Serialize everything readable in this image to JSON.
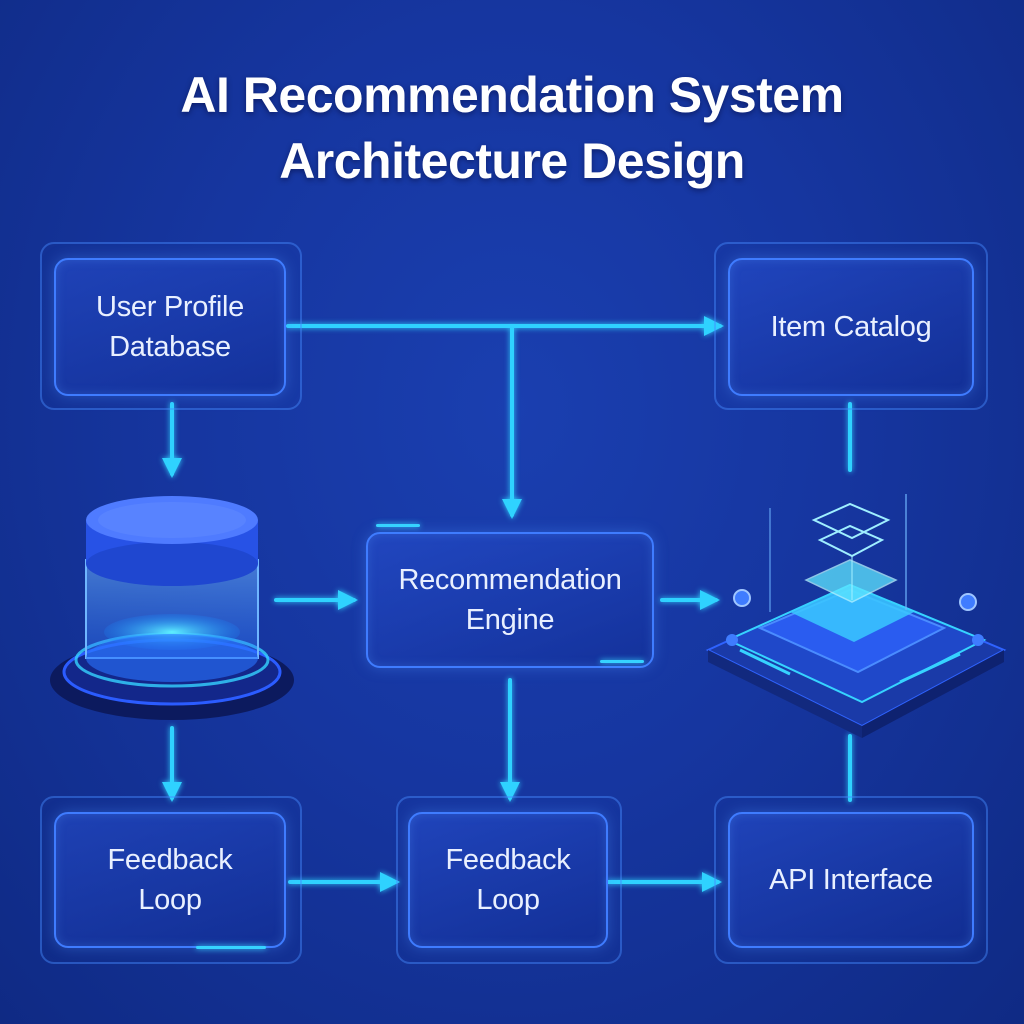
{
  "title": {
    "line1": "AI Recommendation System",
    "line2": "Architecture Design"
  },
  "nodes": {
    "user_profile": {
      "line1": "User Profile",
      "line2": "Database"
    },
    "item_catalog": {
      "label": "Item Catalog"
    },
    "engine": {
      "line1": "Recommendation",
      "line2": "Engine"
    },
    "feedback_left": {
      "line1": "Feedback",
      "line2": "Loop"
    },
    "feedback_mid": {
      "line1": "Feedback",
      "line2": "Loop"
    },
    "api": {
      "label": "API Interface"
    }
  },
  "colors": {
    "background": "#1636a0",
    "node_border": "#3f7cff",
    "connector": "#2fd2ff",
    "text": "#ffffff"
  },
  "icons": [
    "database-cylinder-icon",
    "processor-chip-icon"
  ]
}
